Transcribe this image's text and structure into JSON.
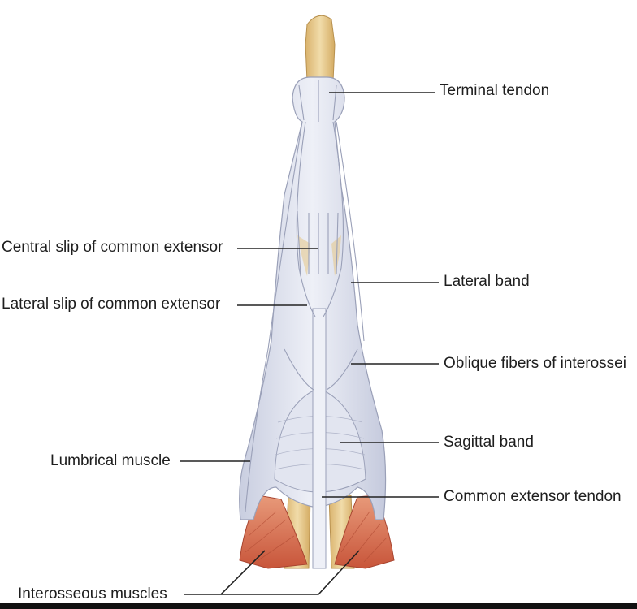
{
  "labels": {
    "terminal_tendon": "Terminal tendon",
    "central_slip": "Central slip of common extensor",
    "lateral_slip": "Lateral slip of common extensor",
    "lateral_band": "Lateral band",
    "oblique_fibers": "Oblique fibers of interossei",
    "lumbrical_muscle": "Lumbrical muscle",
    "sagittal_band": "Sagittal band",
    "common_extensor_tendon": "Common extensor tendon",
    "interosseous_muscles": "Interosseous muscles"
  },
  "colors": {
    "bone": "#e6c98f",
    "tendon": "#dfe3ef",
    "tendon_stroke": "#9aa0b8",
    "muscle": "#d96a4a",
    "leader": "#222222"
  }
}
